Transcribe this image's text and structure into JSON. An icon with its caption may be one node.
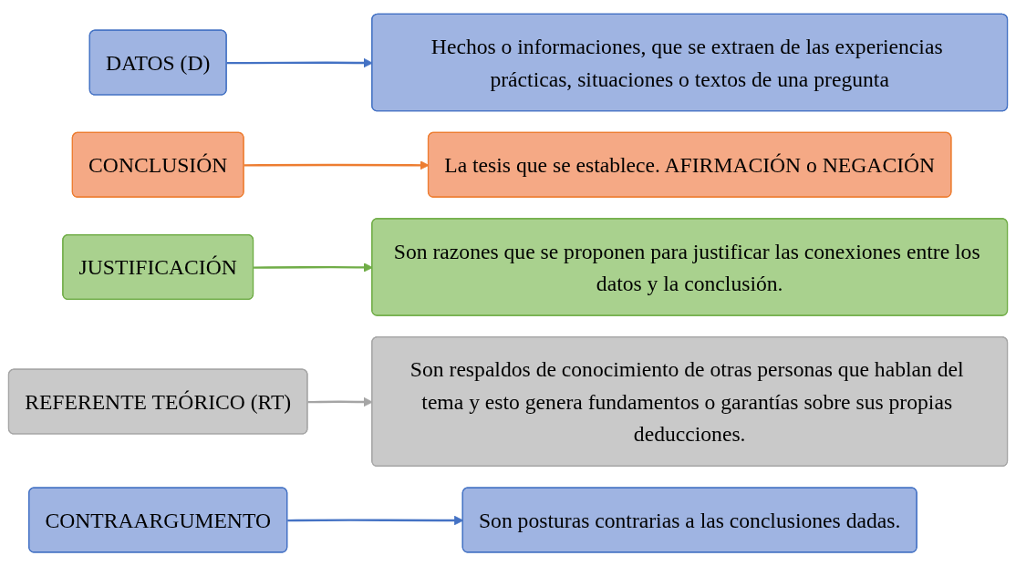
{
  "diagram": {
    "nodes": [
      {
        "text": [
          "DATOS (D)"
        ]
      },
      {
        "text": [
          "Hechos o informaciones, que se extraen de las experiencias prácticas, situaciones o textos de una pregunta"
        ]
      },
      {
        "text": [
          "CONCLUSIÓN"
        ]
      },
      {
        "text": [
          "La tesis que se establece. AFIRMACIÓN o NEGACIÓN"
        ]
      },
      {
        "text": [
          "JUSTIFICACIÓN"
        ]
      },
      {
        "text": [
          "Son razones que se proponen para justificar las conexiones entre los datos y la conclusión."
        ]
      },
      {
        "text": [
          "REFERENTE TEÓRICO (RT)"
        ]
      },
      {
        "text": [
          "Son respaldos de conocimiento de otras personas que hablan del tema y esto genera fundamentos o garantías sobre sus propias deducciones."
        ]
      },
      {
        "text": [
          "CONTRAARGUMENTO"
        ]
      },
      {
        "text": [
          "Son posturas contrarias a las conclusiones dadas."
        ]
      }
    ],
    "edges": [
      {
        "from": 0,
        "to": 1,
        "arrow": "to",
        "color": "#4472c4"
      },
      {
        "from": 2,
        "to": 3,
        "arrow": "to",
        "color": "#ed7d31"
      },
      {
        "from": 4,
        "to": 5,
        "arrow": "to",
        "color": "#70ad47"
      },
      {
        "from": 6,
        "to": 7,
        "arrow": "to",
        "color": "#a5a5a5"
      },
      {
        "from": 8,
        "to": 9,
        "arrow": "to",
        "color": "#4472c4"
      }
    ]
  }
}
